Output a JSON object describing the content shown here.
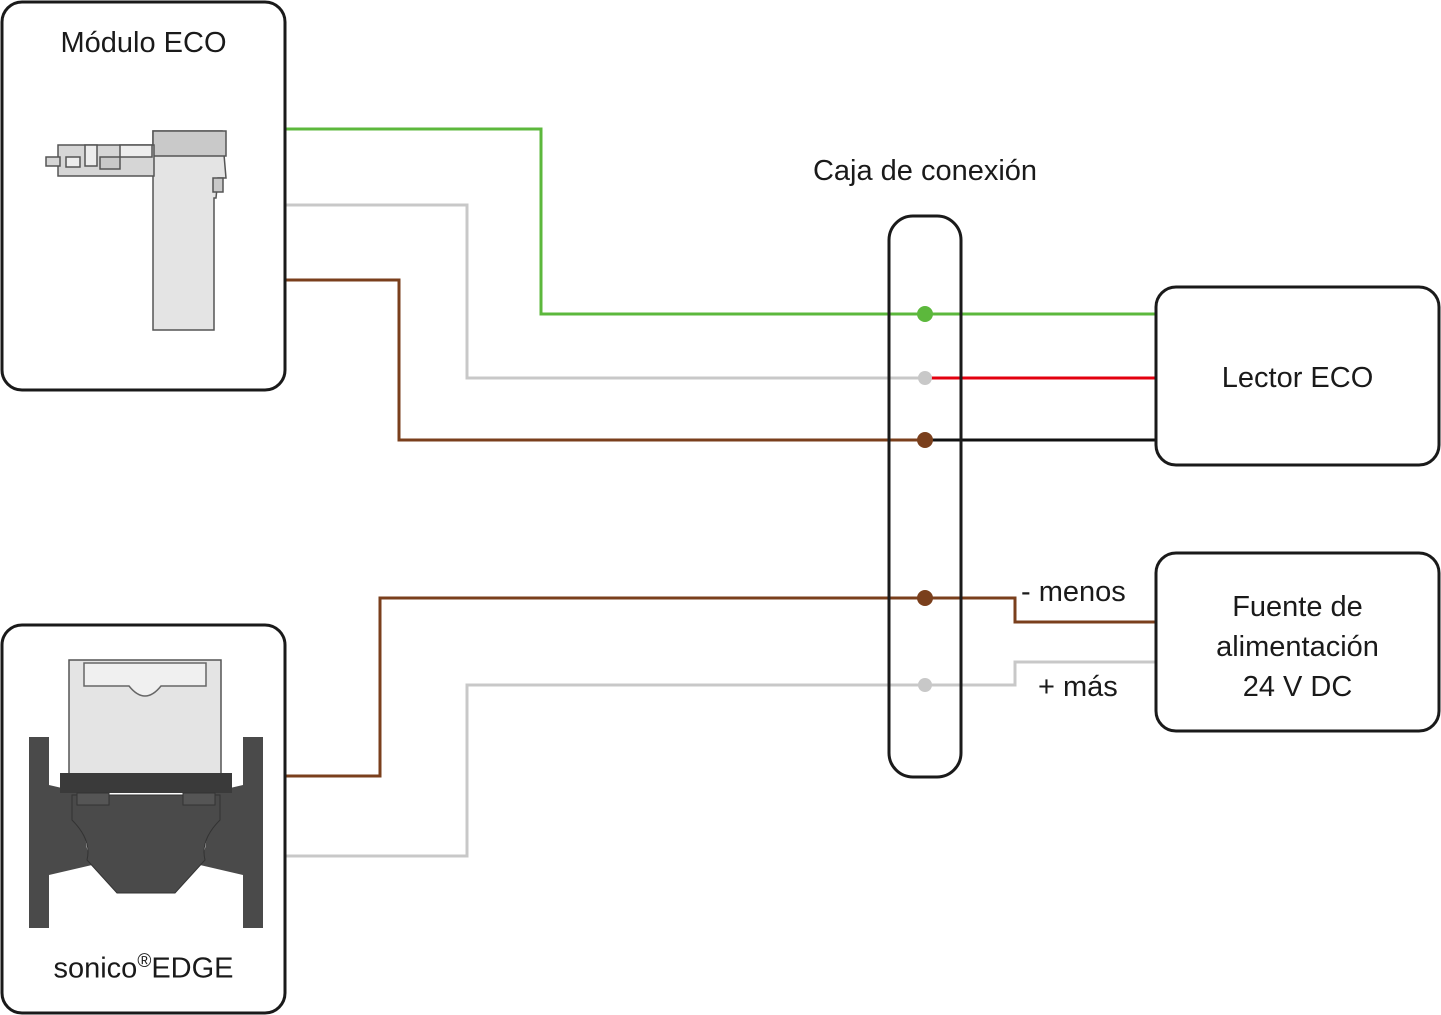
{
  "nodes": {
    "eco_module": {
      "title": "Módulo ECO"
    },
    "sonico": {
      "title_main": "sonico",
      "title_sup": "®",
      "title_tail": "EDGE"
    },
    "junction_box": {
      "title": "Caja de conexión"
    },
    "eco_reader": {
      "title": "Lector ECO"
    },
    "power_supply": {
      "line1": "Fuente de",
      "line2": "alimentación",
      "line3": "24 V DC"
    }
  },
  "wire_labels": {
    "minus": "- menos",
    "plus": "+ más"
  },
  "colors": {
    "green": "#5cb83c",
    "gray": "#c8c8c8",
    "brown": "#7a3f1c",
    "red": "#e3000f",
    "black": "#111111",
    "box_border": "#1a1a1a",
    "device_dark": "#4a4a4a",
    "device_light": "#e4e4e4"
  }
}
